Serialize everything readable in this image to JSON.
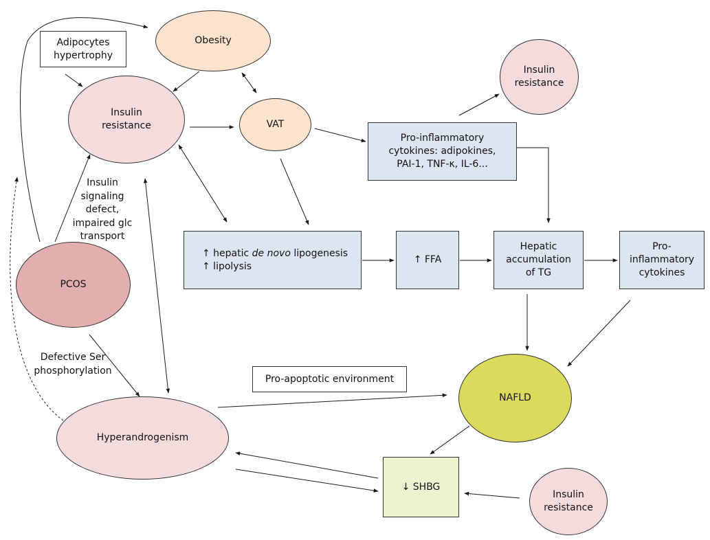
{
  "colors": {
    "obesity_fill": "#fbe3cd",
    "vat_fill": "#fbe3cd",
    "insulin_fill": "#f4dcdc",
    "pcos_fill": "#e3aeae",
    "nafld_fill": "#dbda5c",
    "blue_box_fill": "#dce5f0",
    "shbg_fill": "#eff2cf",
    "note_fill": "#ffffff",
    "line": "#1a1a1a"
  },
  "nodes": {
    "obesity": "Obesity",
    "adipocytes": [
      "Adipocytes",
      "hypertrophy"
    ],
    "insulin_resistance_main": [
      "Insulin",
      "resistance"
    ],
    "vat": "VAT",
    "cytokines_box": [
      "Pro-inflammatory",
      "cytokines: adipokines,",
      "PAI-1, TNF-κ, IL-6..."
    ],
    "insulin_resistance_top": [
      "Insulin",
      "resistance"
    ],
    "lipogenesis": {
      "line1_prefix": "↑ hepatic ",
      "line1_em": "de novo",
      "line1_suffix": " lipogenesis",
      "line2": "↑ lipolysis"
    },
    "ffa": "↑ FFA",
    "hepatic_tg": [
      "Hepatic",
      "accumulation",
      "of TG"
    ],
    "pro_inflammatory": [
      "Pro-",
      "inflammatory",
      "cytokines"
    ],
    "pcos": "PCOS",
    "pro_apoptotic": "Pro-apoptotic environment",
    "nafld": "NAFLD",
    "hyperandrogenism": "Hyperandrogenism",
    "shbg": "↓ SHBG",
    "insulin_resistance_bottom": [
      "Insulin",
      "resistance"
    ]
  },
  "labels": {
    "insulin_signaling": [
      "Insulin",
      "signaling",
      "defect,",
      "impaired glc",
      "transport"
    ],
    "defective_ser": [
      "Defective Ser",
      "phosphorylation"
    ]
  }
}
